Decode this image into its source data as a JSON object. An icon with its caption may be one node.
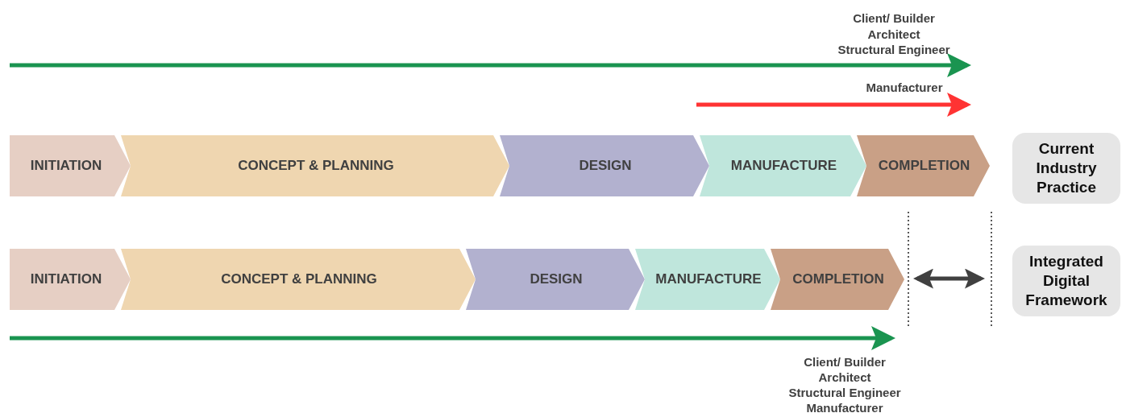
{
  "diagram": {
    "nodes": [
      {
        "text": [
          "INITIATION"
        ]
      },
      {
        "text": [
          "CONCEPT & PLANNING"
        ]
      },
      {
        "text": [
          "DESIGN"
        ]
      },
      {
        "text": [
          "MANUFACTURE"
        ]
      },
      {
        "text": [
          "COMPLETION"
        ]
      },
      {
        "text": [
          "Current Industry Practice"
        ]
      },
      {
        "text": [
          "INITIATION"
        ]
      },
      {
        "text": [
          "CONCEPT & PLANNING"
        ]
      },
      {
        "text": [
          "DESIGN"
        ]
      },
      {
        "text": [
          "MANUFACTURE"
        ]
      },
      {
        "text": [
          "COMPLETION"
        ]
      },
      {
        "text": [
          "Integrated Digital Framework"
        ]
      }
    ],
    "labels": [
      "Client/ Builder",
      "Architect",
      "Structural Engineer",
      "Manufacturer",
      "Client/ Builder",
      "Architect",
      "Structural Engineer",
      "Manufacturer"
    ]
  }
}
